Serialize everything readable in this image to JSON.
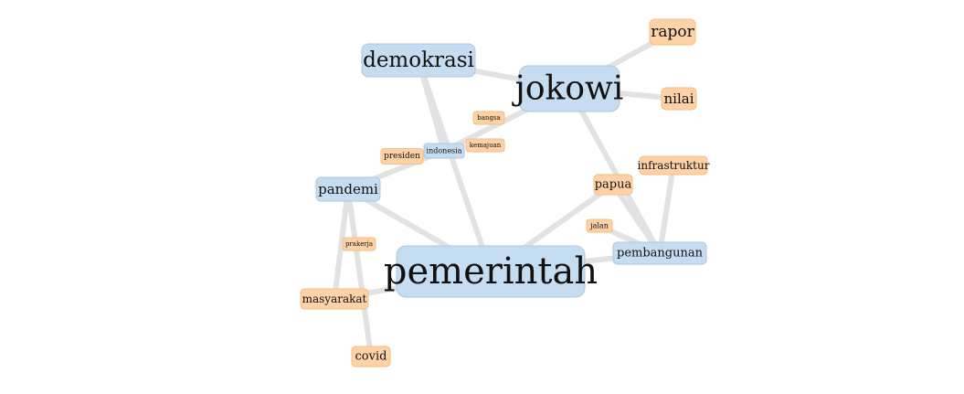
{
  "colors": {
    "hub_fill": "#c6dcf0",
    "hub_stroke": "#a9c7e4",
    "leaf_fill": "#fcd2a6",
    "leaf_stroke": "#f6bd86",
    "edge": "#e2e2e2"
  },
  "nodes": [
    {
      "id": "jokowi",
      "label": "jokowi",
      "kind": "hub"
    },
    {
      "id": "demokrasi",
      "label": "demokrasi",
      "kind": "hub"
    },
    {
      "id": "pemerintah",
      "label": "pemerintah",
      "kind": "hub"
    },
    {
      "id": "pandemi",
      "label": "pandemi",
      "kind": "hub"
    },
    {
      "id": "indonesia",
      "label": "indonesia",
      "kind": "hub"
    },
    {
      "id": "pembangunan",
      "label": "pembangunan",
      "kind": "hub"
    },
    {
      "id": "rapor",
      "label": "rapor",
      "kind": "leaf"
    },
    {
      "id": "nilai",
      "label": "nilai",
      "kind": "leaf"
    },
    {
      "id": "bangsa",
      "label": "bangsa",
      "kind": "leaf"
    },
    {
      "id": "kemajuan",
      "label": "kemajuan",
      "kind": "leaf"
    },
    {
      "id": "presiden",
      "label": "presiden",
      "kind": "leaf"
    },
    {
      "id": "infrastruktur",
      "label": "infrastruktur",
      "kind": "leaf"
    },
    {
      "id": "papua",
      "label": "papua",
      "kind": "leaf"
    },
    {
      "id": "jalan",
      "label": "jalan",
      "kind": "leaf"
    },
    {
      "id": "prakerja",
      "label": "prakerja",
      "kind": "leaf"
    },
    {
      "id": "masyarakat",
      "label": "masyarakat",
      "kind": "leaf"
    },
    {
      "id": "covid",
      "label": "covid",
      "kind": "leaf"
    }
  ],
  "edges": [
    [
      "demokrasi",
      "jokowi"
    ],
    [
      "jokowi",
      "rapor"
    ],
    [
      "jokowi",
      "nilai"
    ],
    [
      "jokowi",
      "indonesia"
    ],
    [
      "jokowi",
      "pembangunan"
    ],
    [
      "demokrasi",
      "indonesia"
    ],
    [
      "demokrasi",
      "pemerintah"
    ],
    [
      "indonesia",
      "pandemi"
    ],
    [
      "pandemi",
      "pemerintah"
    ],
    [
      "pandemi",
      "masyarakat"
    ],
    [
      "pandemi",
      "covid"
    ],
    [
      "masyarakat",
      "pemerintah"
    ],
    [
      "pemerintah",
      "papua"
    ],
    [
      "pemerintah",
      "pembangunan"
    ],
    [
      "papua",
      "pembangunan"
    ],
    [
      "infrastruktur",
      "pembangunan"
    ],
    [
      "jalan",
      "pembangunan"
    ]
  ]
}
